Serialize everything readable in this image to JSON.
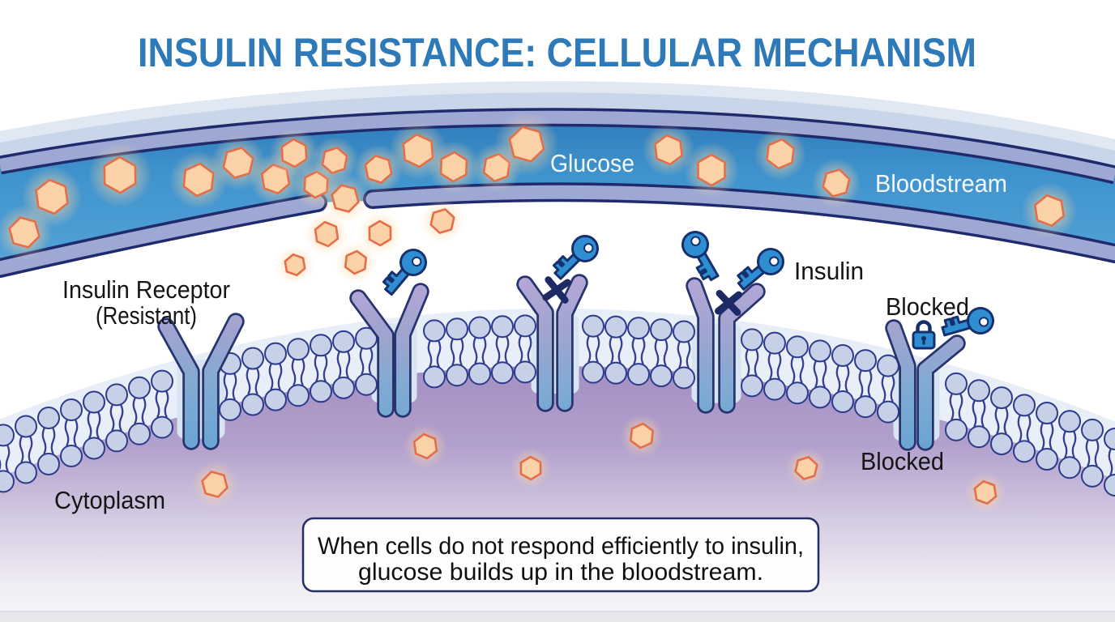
{
  "title": "INSULIN RESISTANCE: CELLULAR MECHANISM",
  "bloodstream": {
    "label": "Bloodstream",
    "glucose_label": "Glucose"
  },
  "cell": {
    "receptor_label_line1": "Insulin Receptor",
    "receptor_label_line2": "(Resistant)",
    "insulin_label": "Insulin",
    "blocked_label_top": "Blocked",
    "blocked_label_bottom": "Blocked",
    "cytoplasm_label": "Cytoplasm"
  },
  "caption": {
    "line1": "When cells do not respond efficiently to insulin,",
    "line2": "glucose builds up in the bloodstream."
  },
  "colors": {
    "title": "#2e79b8",
    "blood_gradient_top": "#2a74b4",
    "blood_gradient_bottom": "#55a3d8",
    "vessel_wall": "#9da9d4",
    "outline_navy": "#202b6d",
    "glucose_fill": "#fbd2a8",
    "glucose_stroke": "#e36f4a",
    "insulin_key_fill": "#2f8ed2",
    "key_outline": "#16306e",
    "x_mark": "#1e2a66",
    "membrane_head": "#c6d1e8",
    "membrane_tail": "#35418f",
    "cytoplasm_top": "#a995c5",
    "caption_border": "#242f63"
  },
  "glucose": {
    "bloodstream_count": 19,
    "leaking_count": 6,
    "cytoplasm_count": 6,
    "bloodstream_positions": [
      [
        30,
        287,
        19
      ],
      [
        64,
        243,
        21
      ],
      [
        148,
        216,
        22
      ],
      [
        245,
        222,
        20
      ],
      [
        294,
        201,
        19
      ],
      [
        340,
        221,
        18
      ],
      [
        363,
        189,
        17
      ],
      [
        390,
        228,
        16
      ],
      [
        413,
        198,
        16
      ],
      [
        467,
        209,
        17
      ],
      [
        516,
        186,
        20
      ],
      [
        560,
        206,
        18
      ],
      [
        613,
        207,
        17
      ],
      [
        650,
        178,
        22
      ],
      [
        825,
        185,
        18
      ],
      [
        878,
        210,
        19
      ],
      [
        963,
        190,
        18
      ],
      [
        1032,
        226,
        17
      ],
      [
        1295,
        260,
        19
      ]
    ],
    "leaking_positions": [
      [
        426,
        245,
        17
      ],
      [
        403,
        289,
        15
      ],
      [
        469,
        288,
        15
      ],
      [
        439,
        324,
        14
      ],
      [
        546,
        273,
        15
      ],
      [
        364,
        327,
        13
      ]
    ],
    "cytoplasm_positions": [
      [
        265,
        598,
        16
      ],
      [
        525,
        551,
        15
      ],
      [
        655,
        578,
        14
      ],
      [
        792,
        538,
        15
      ],
      [
        995,
        578,
        14
      ],
      [
        1216,
        608,
        14
      ]
    ]
  }
}
